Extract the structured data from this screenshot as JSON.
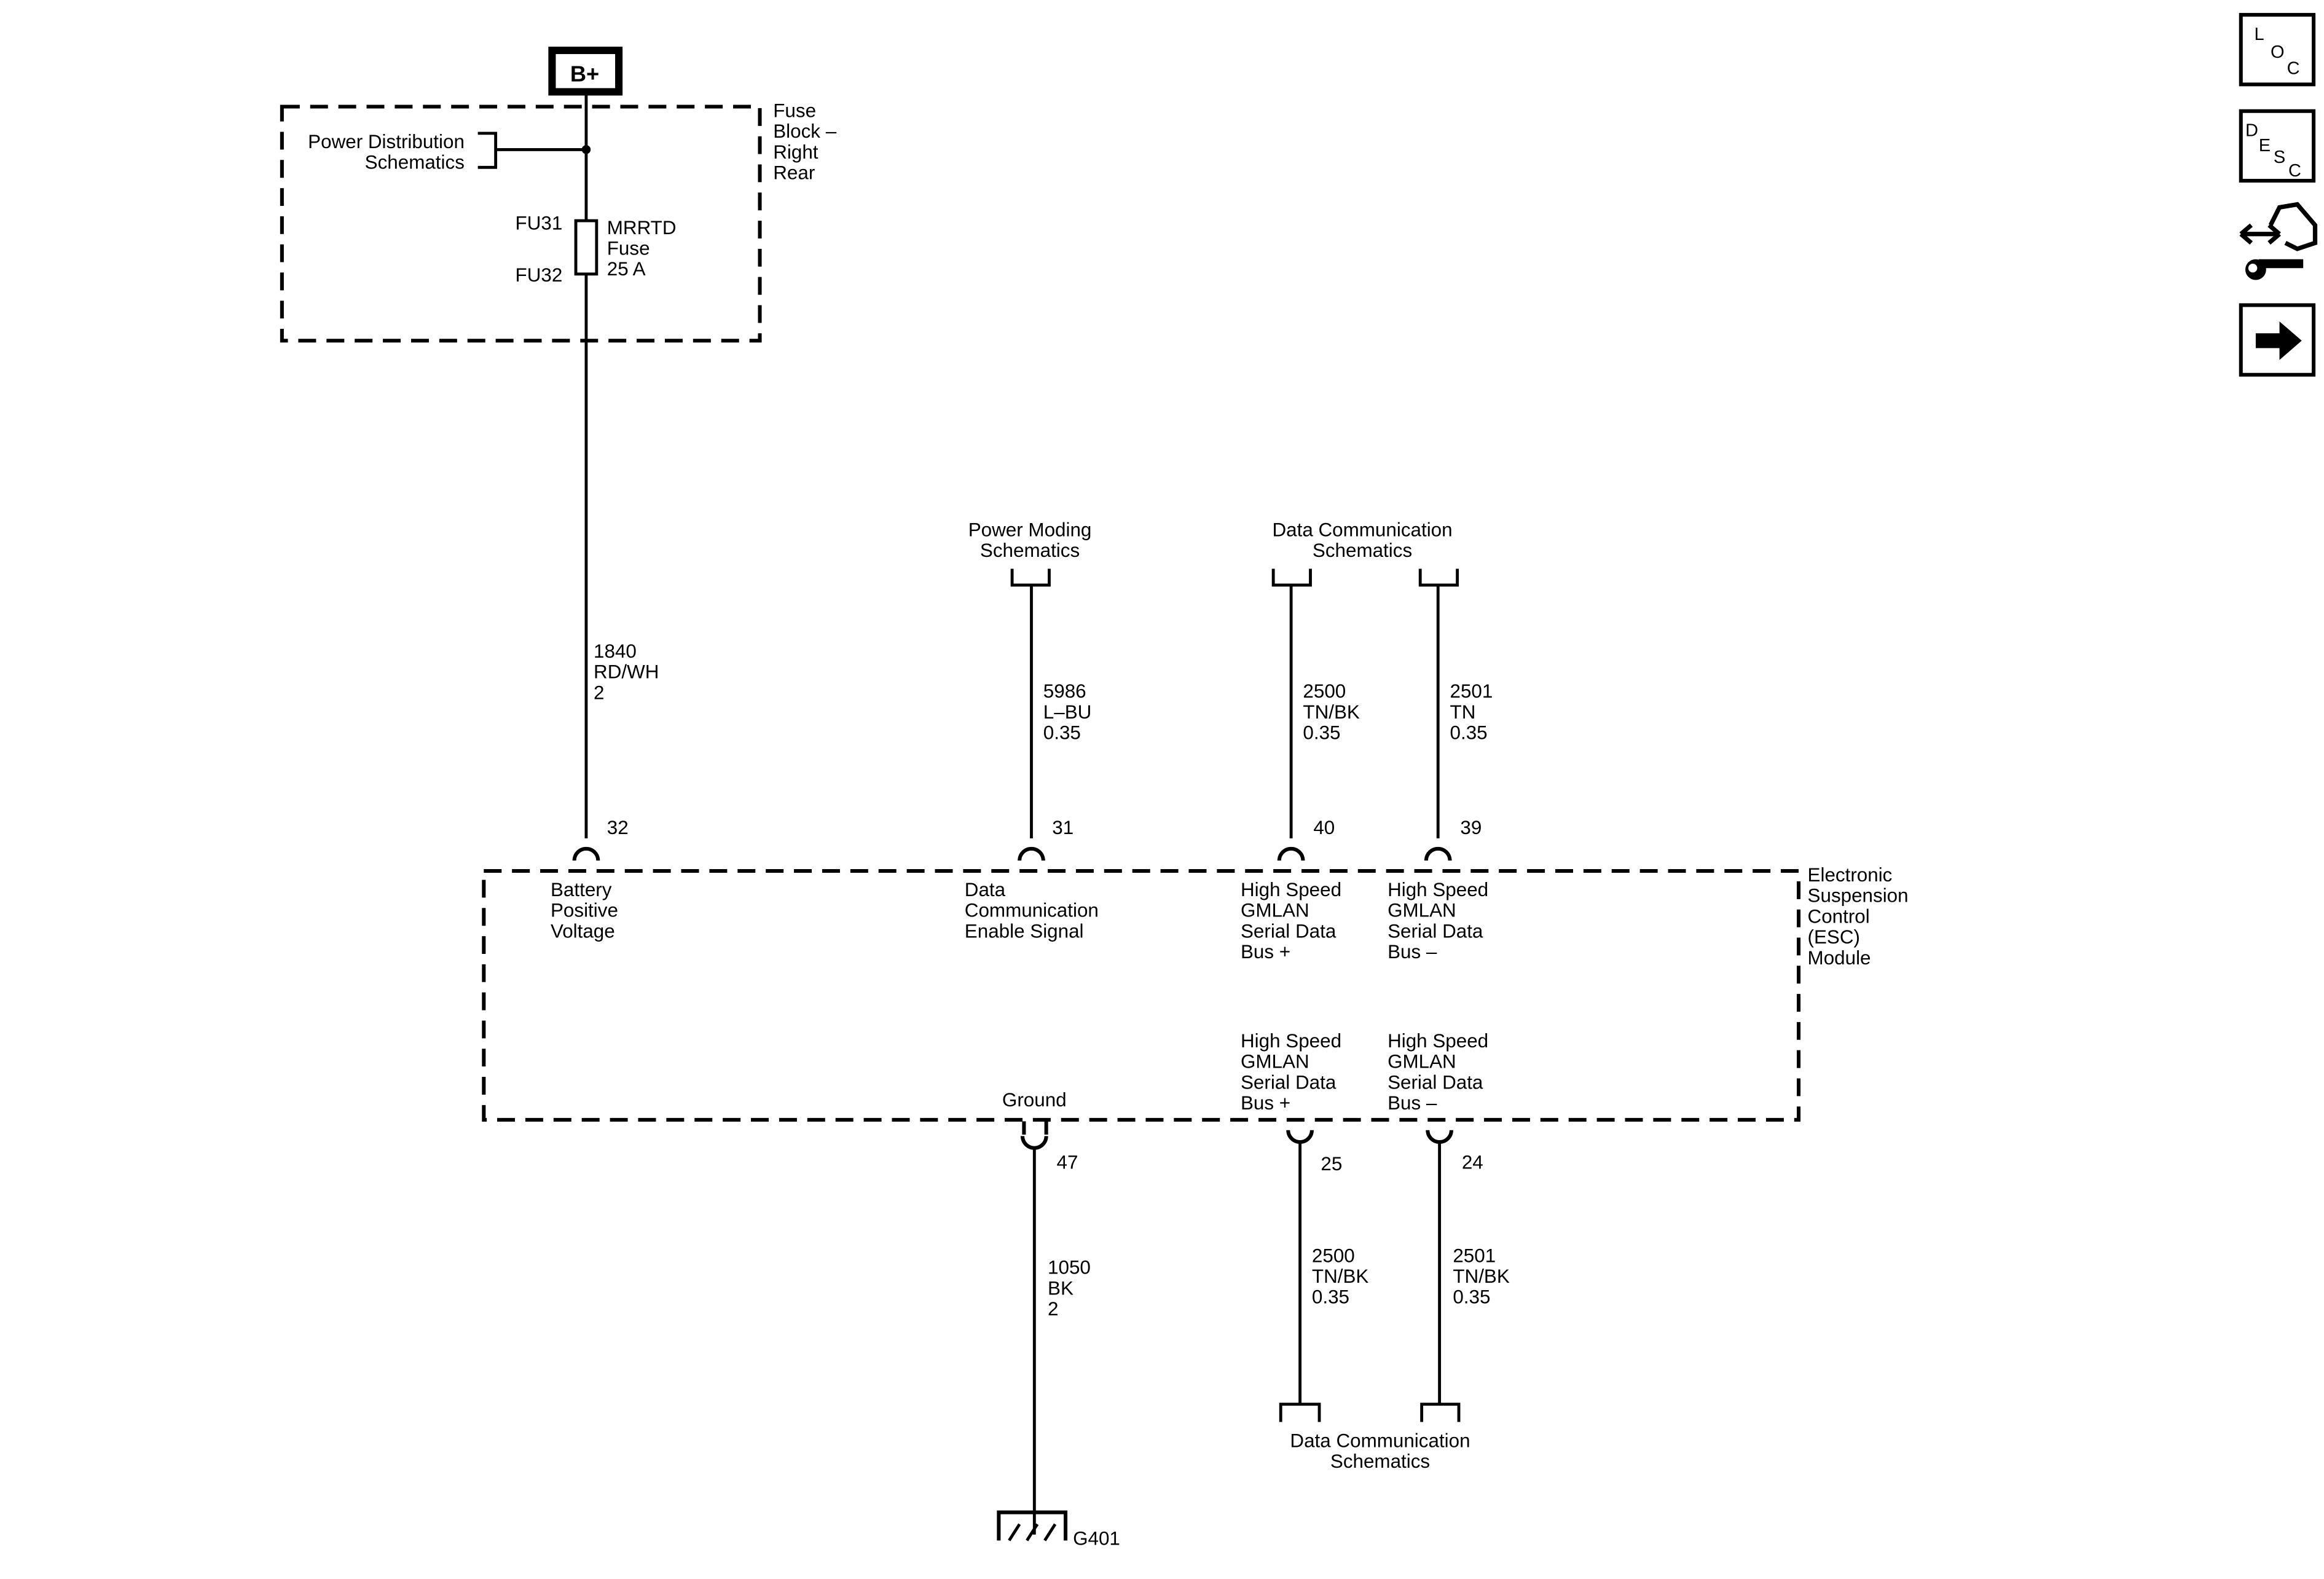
{
  "b_plus": "B+",
  "fuse_block": {
    "label": [
      "Fuse",
      "Block –",
      "Right",
      "Rear"
    ],
    "power_dist": [
      "Power Distribution",
      "Schematics"
    ],
    "fu_in": "FU31",
    "fu_out": "FU32",
    "fuse": [
      "MRRTD",
      "Fuse",
      "25 A"
    ]
  },
  "top_refs": {
    "power_moding": [
      "Power Moding",
      "Schematics"
    ],
    "data_comm": [
      "Data Communication",
      "Schematics"
    ]
  },
  "top_wires": [
    {
      "circuit": "1840",
      "color": "RD/WH",
      "size": "2",
      "pin": "32",
      "function": [
        "Battery",
        "Positive",
        "Voltage"
      ]
    },
    {
      "circuit": "5986",
      "color": "L–BU",
      "size": "0.35",
      "pin": "31",
      "function": [
        "Data",
        "Communication",
        "Enable Signal"
      ]
    },
    {
      "circuit": "2500",
      "color": "TN/BK",
      "size": "0.35",
      "pin": "40",
      "function": [
        "High Speed",
        "GMLAN",
        "Serial Data",
        "Bus +"
      ]
    },
    {
      "circuit": "2501",
      "color": "TN",
      "size": "0.35",
      "pin": "39",
      "function": [
        "High Speed",
        "GMLAN",
        "Serial Data",
        "Bus –"
      ]
    }
  ],
  "module_label": [
    "Electronic",
    "Suspension",
    "Control",
    "(ESC)",
    "Module"
  ],
  "bottom_wires": [
    {
      "circuit": "1050",
      "color": "BK",
      "size": "2",
      "pin": "47",
      "function": [
        "Ground"
      ]
    },
    {
      "circuit": "2500",
      "color": "TN/BK",
      "size": "0.35",
      "pin": "25",
      "function": [
        "High Speed",
        "GMLAN",
        "Serial Data",
        "Bus +"
      ]
    },
    {
      "circuit": "2501",
      "color": "TN/BK",
      "size": "0.35",
      "pin": "24",
      "function": [
        "High Speed",
        "GMLAN",
        "Serial Data",
        "Bus –"
      ]
    }
  ],
  "bottom_ref": [
    "Data Communication",
    "Schematics"
  ],
  "ground": "G401",
  "side_icons": [
    {
      "name": "loc-icon",
      "letters": [
        "L",
        "O",
        "C"
      ]
    },
    {
      "name": "desc-icon",
      "letters": [
        "D",
        "E",
        "S",
        "C"
      ]
    },
    {
      "name": "connector-repair-icon"
    },
    {
      "name": "next-arrow-icon"
    }
  ]
}
